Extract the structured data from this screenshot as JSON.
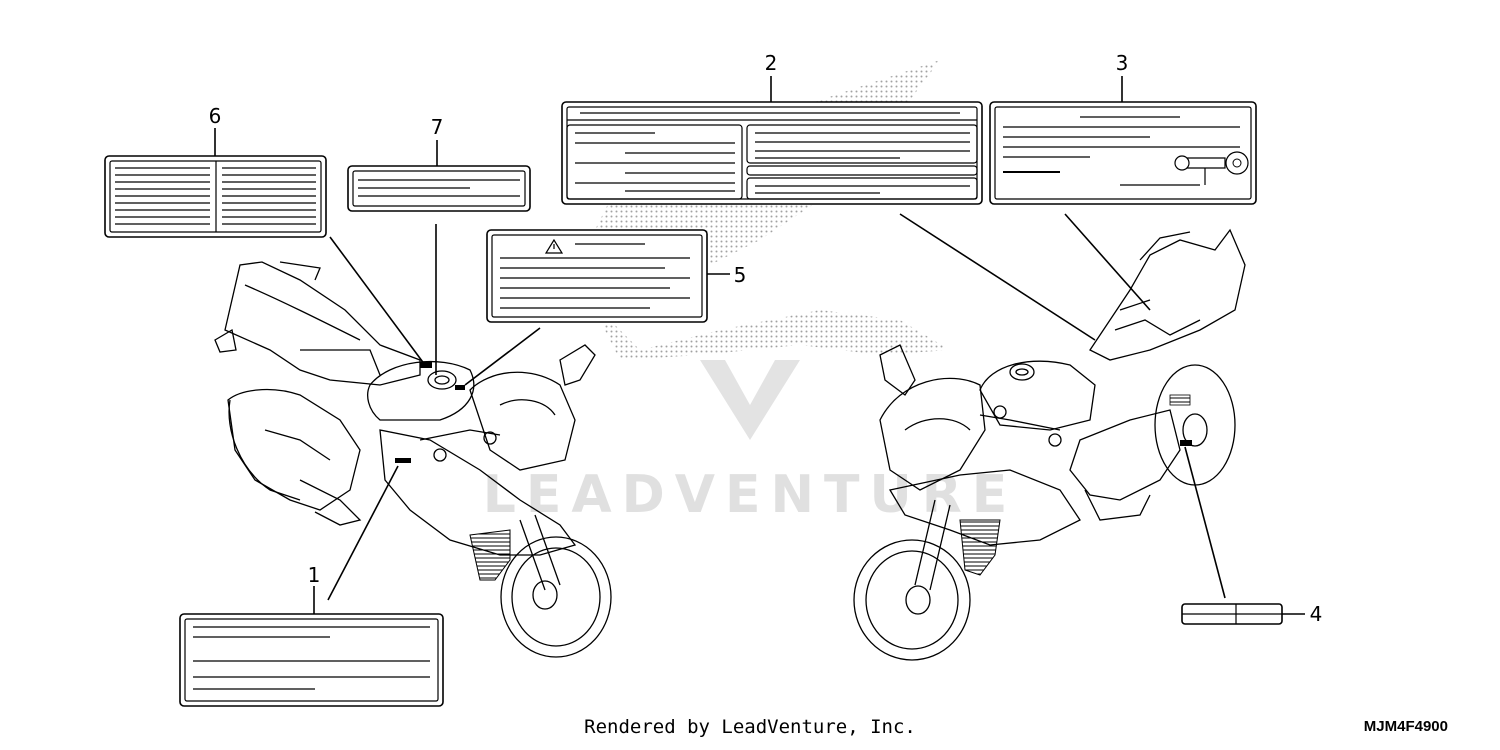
{
  "callouts": {
    "c1": "1",
    "c2": "2",
    "c3": "3",
    "c4": "4",
    "c5": "5",
    "c6": "6",
    "c7": "7"
  },
  "footer": {
    "rendered_by": "Rendered by LeadVenture, Inc.",
    "diagram_code": "MJM4F4900"
  },
  "watermark": {
    "text": "LEADVENTURE",
    "color": "#cfcfcf"
  }
}
